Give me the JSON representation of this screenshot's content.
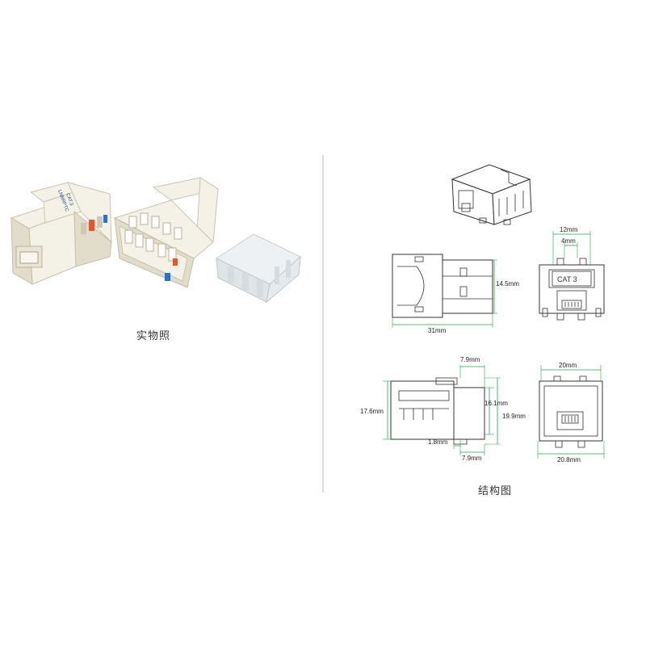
{
  "captions": {
    "photo": "实物照",
    "structure": "结构图"
  },
  "labels": {
    "cat": "CAT 3",
    "side_face": "LNBRPTC",
    "side_face_sub": "CAT.3"
  },
  "dimensions": {
    "top_width": "12mm",
    "inner_width": "4mm",
    "height_upper": "14.5mm",
    "length_upper": "31mm",
    "front_offset": "7.9mm",
    "inner_height": "16.1mm",
    "left_height": "17.6mm",
    "total_height": "19.9mm",
    "base_offset": "1.8mm",
    "bottom_offset": "7.9mm",
    "back_width": "20mm",
    "back_width_bottom": "20.8mm"
  },
  "colors": {
    "dimension_line": "#2aa24a",
    "outline": "#333333",
    "divider": "#bbbbbb",
    "jack_body": "#f4f1e6",
    "accent_red": "#e2572b",
    "accent_blue": "#2e6fd0"
  }
}
